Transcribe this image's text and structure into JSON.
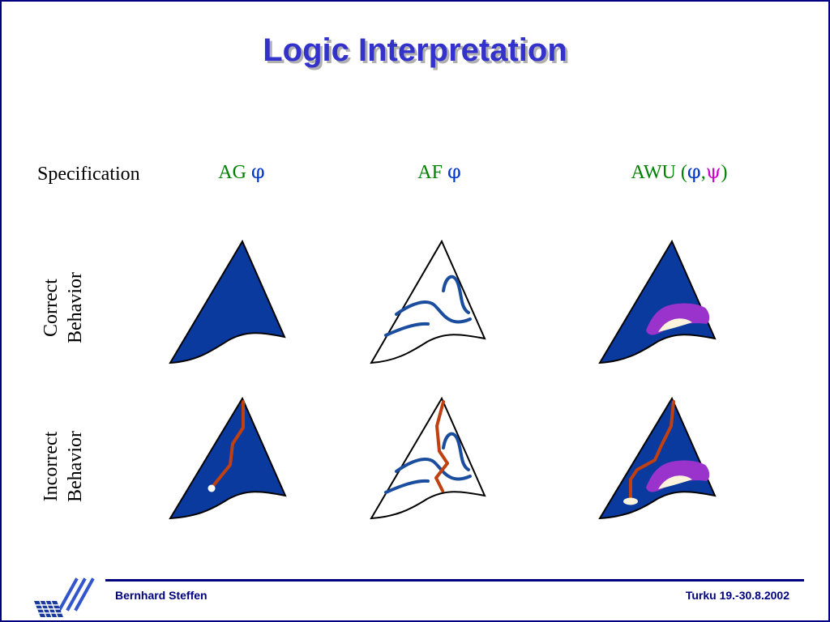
{
  "slide": {
    "title": "Logic Interpretation",
    "specification_label": "Specification",
    "columns": [
      {
        "prefix": "AG ",
        "phi": "φ",
        "comma": "",
        "psi": "",
        "suffix": ""
      },
      {
        "prefix": "AF ",
        "phi": "φ",
        "comma": "",
        "psi": "",
        "suffix": ""
      },
      {
        "prefix": "AWU (",
        "phi": "φ",
        "comma": ",",
        "psi": "ψ",
        "suffix": ")"
      }
    ],
    "rows": [
      {
        "line1": "Correct",
        "line2": "Behavior"
      },
      {
        "line1": "Incorrect",
        "line2": "Behavior"
      }
    ]
  },
  "colors": {
    "title": "#3333cc",
    "heading": "#008000",
    "phi": "#0033cc",
    "psi": "#cc00cc",
    "fill_blue": "#0a3a9e",
    "path_red": "#c04010",
    "psi_region": "#9933cc",
    "footer": "#000080"
  },
  "footer": {
    "author": "Bernhard Steffen",
    "event": "Turku 19.-30.8.2002"
  },
  "icons": {
    "logo": "university-grid-logo"
  }
}
